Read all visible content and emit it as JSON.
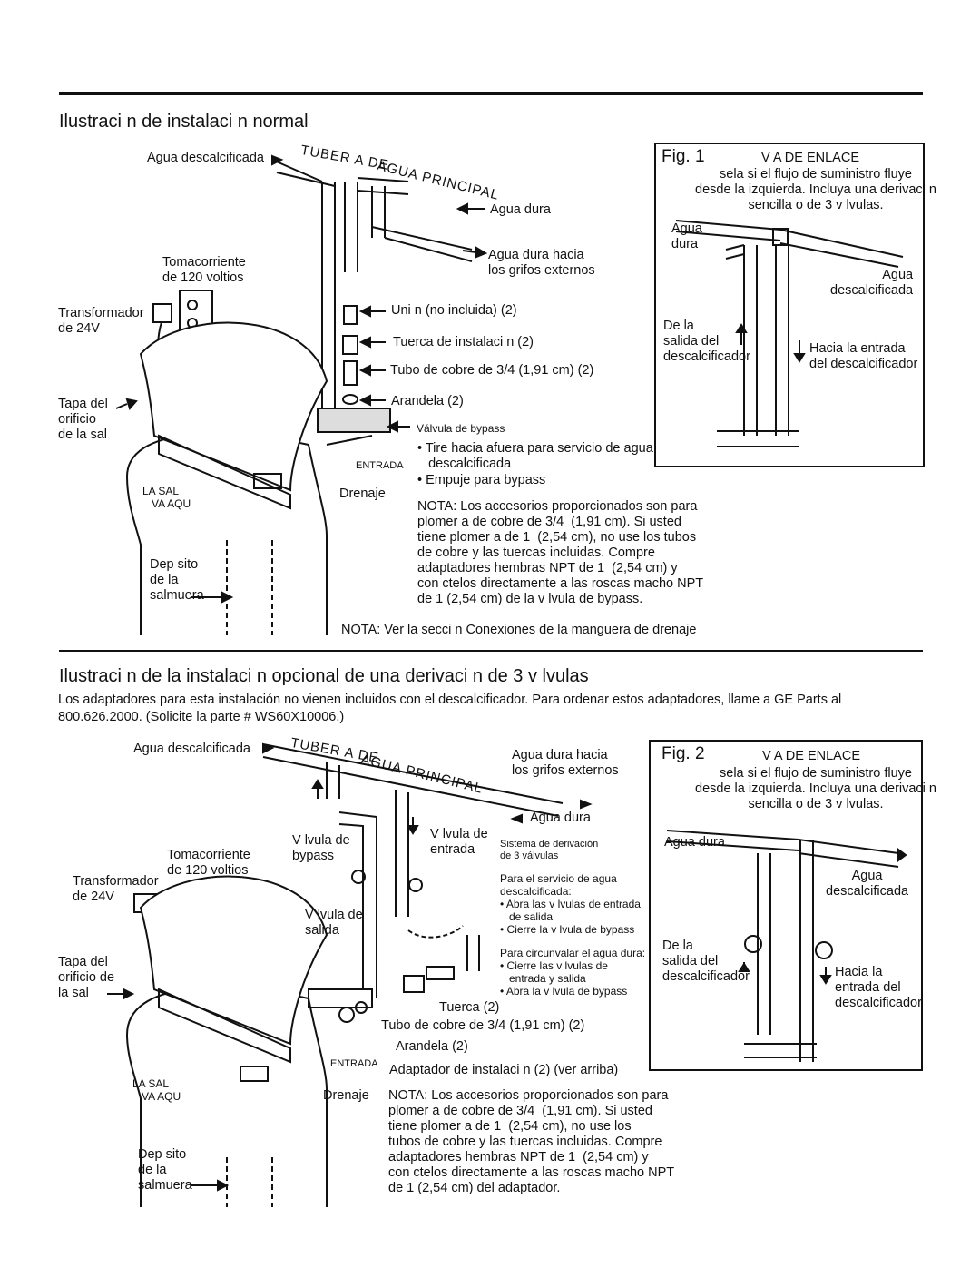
{
  "section1": {
    "title": "Ilustraci n de instalaci n normal",
    "labels": {
      "agua_descalcificada": "Agua descalcificada",
      "tuberia_1": "TUBER A DE",
      "tuberia_2": "AGUA PRINCIPAL",
      "agua_dura": "Agua dura",
      "agua_dura_hacia": "Agua dura hacia\nlos grifos externos",
      "tomacorriente": "Tomacorriente\nde 120 voltios",
      "transformador": "Transformador\nde 24V",
      "union": "Uni n (no incluida) (2)",
      "tuerca": "Tuerca de instalaci n (2)",
      "tubo": "Tubo de cobre de 3/4",
      "tubo_cm": "(1,91 cm) (2)",
      "arandela": "Arandela (2)",
      "valvula_bypass": "Válvula de bypass",
      "tapa": "Tapa del\norificio\nde la sal",
      "entrada": "ENTRADA",
      "bullet1": "• Tire hacia afuera para servicio de agua\n   descalcificada",
      "bullet2": "• Empuje para bypass",
      "drenaje": "Drenaje",
      "la_sal": "LA SAL\n   VA AQU ",
      "deposito": "Dep sito\nde la\nsalmuera",
      "nota": "NOTA: Los accesorios proporcionados son para\nplomer a de cobre de 3/4  (1,91 cm). Si usted\ntiene plomer a de 1  (2,54 cm), no use los tubos\nde cobre y las tuercas incluidas. Compre\nadaptadores hembras NPT de 1  (2,54 cm) y\ncon ctelos directamente a las roscas macho NPT\nde 1 (2,54 cm) de la v lvula de bypass.",
      "nota_ver": "NOTA: Ver la secci n Conexiones de la manguera de drenaje"
    },
    "fig": {
      "title": "Fig. 1",
      "heading": "V A DE ENLACE",
      "desc": "sela si el flujo de suministro fluye\ndesde la izquierda. Incluya una derivaci n\nsencilla o de 3 v lvulas.",
      "agua_dura": "Agua\ndura",
      "agua_descalcificada": "Agua\ndescalcificada",
      "de_la_salida": "De la\nsalida del\ndescalcificador",
      "hacia_entrada": "Hacia la entrada\ndel descalcificador"
    }
  },
  "section2": {
    "title": "Ilustraci n de la instalaci n opcional de una derivaci n de 3 v lvulas",
    "intro": "Los adaptadores para esta instalación no vienen incluidos con el descalcificador. Para ordenar estos adaptadores, llame a GE Parts al\n800.626.2000. (Solicite la parte # WS60X10006.)",
    "labels": {
      "agua_descalcificada": "Agua descalcificada",
      "tuberia_1": "TUBER A DE",
      "tuberia_2": "AGUA PRINCIPAL",
      "agua_dura_hacia": "Agua dura hacia\nlos grifos externos",
      "agua_dura": "Agua dura",
      "valvula_bypass": "V lvula de\nbypass",
      "valvula_entrada": "V lvula de\nentrada",
      "valvula_salida": "V lvula de\nsalida",
      "tomacorriente": "Tomacorriente\nde 120 voltios",
      "transformador": "Transformador\nde 24V",
      "tapa": "Tapa del\norificio de\nla sal",
      "sistema": "Sistema de derivación\nde 3 válvulas",
      "servicio": "Para el servicio de agua\ndescalcificada:\n• Abra las v lvulas de entrada\n   de salida\n• Cierre la v lvula de bypass",
      "circunvalar": "Para circunvalar el agua dura:\n• Cierre las v lvulas de\n   entrada y salida\n• Abra la v lvula de bypass",
      "tuerca": "Tuerca (2)",
      "tubo": "Tubo de cobre de 3/4",
      "tubo_cm": "(1,91 cm) (2)",
      "arandela": "Arandela (2)",
      "entrada": "ENTRADA",
      "adaptador": "Adaptador de instalaci n (2) (ver arriba)",
      "drenaje": "Drenaje",
      "la_sal": "LA SAL\n   VA AQU ",
      "deposito": "Dep sito\nde la\nsalmuera",
      "nota": "NOTA: Los accesorios proporcionados son para\nplomer a de cobre de 3/4  (1,91 cm). Si usted\ntiene plomer a de 1  (2,54 cm), no use los\ntubos de cobre y las tuercas incluidas. Compre\nadaptadores hembras NPT de 1  (2,54 cm) y\ncon ctelos directamente a las roscas macho NPT\nde 1 (2,54 cm) del adaptador."
    },
    "fig": {
      "title": "Fig. 2",
      "heading": "V A DE ENLACE",
      "desc": "sela si el flujo de suministro fluye\ndesde la izquierda. Incluya una derivaci n\nsencilla o de 3 v lvulas.",
      "agua_dura": "Agua dura",
      "agua_descalcificada": "Agua\ndescalcificada",
      "de_la_salida": "De la\nsalida del\ndescalcificador",
      "hacia_entrada": "Hacia la\nentrada del\ndescalcificador"
    }
  }
}
